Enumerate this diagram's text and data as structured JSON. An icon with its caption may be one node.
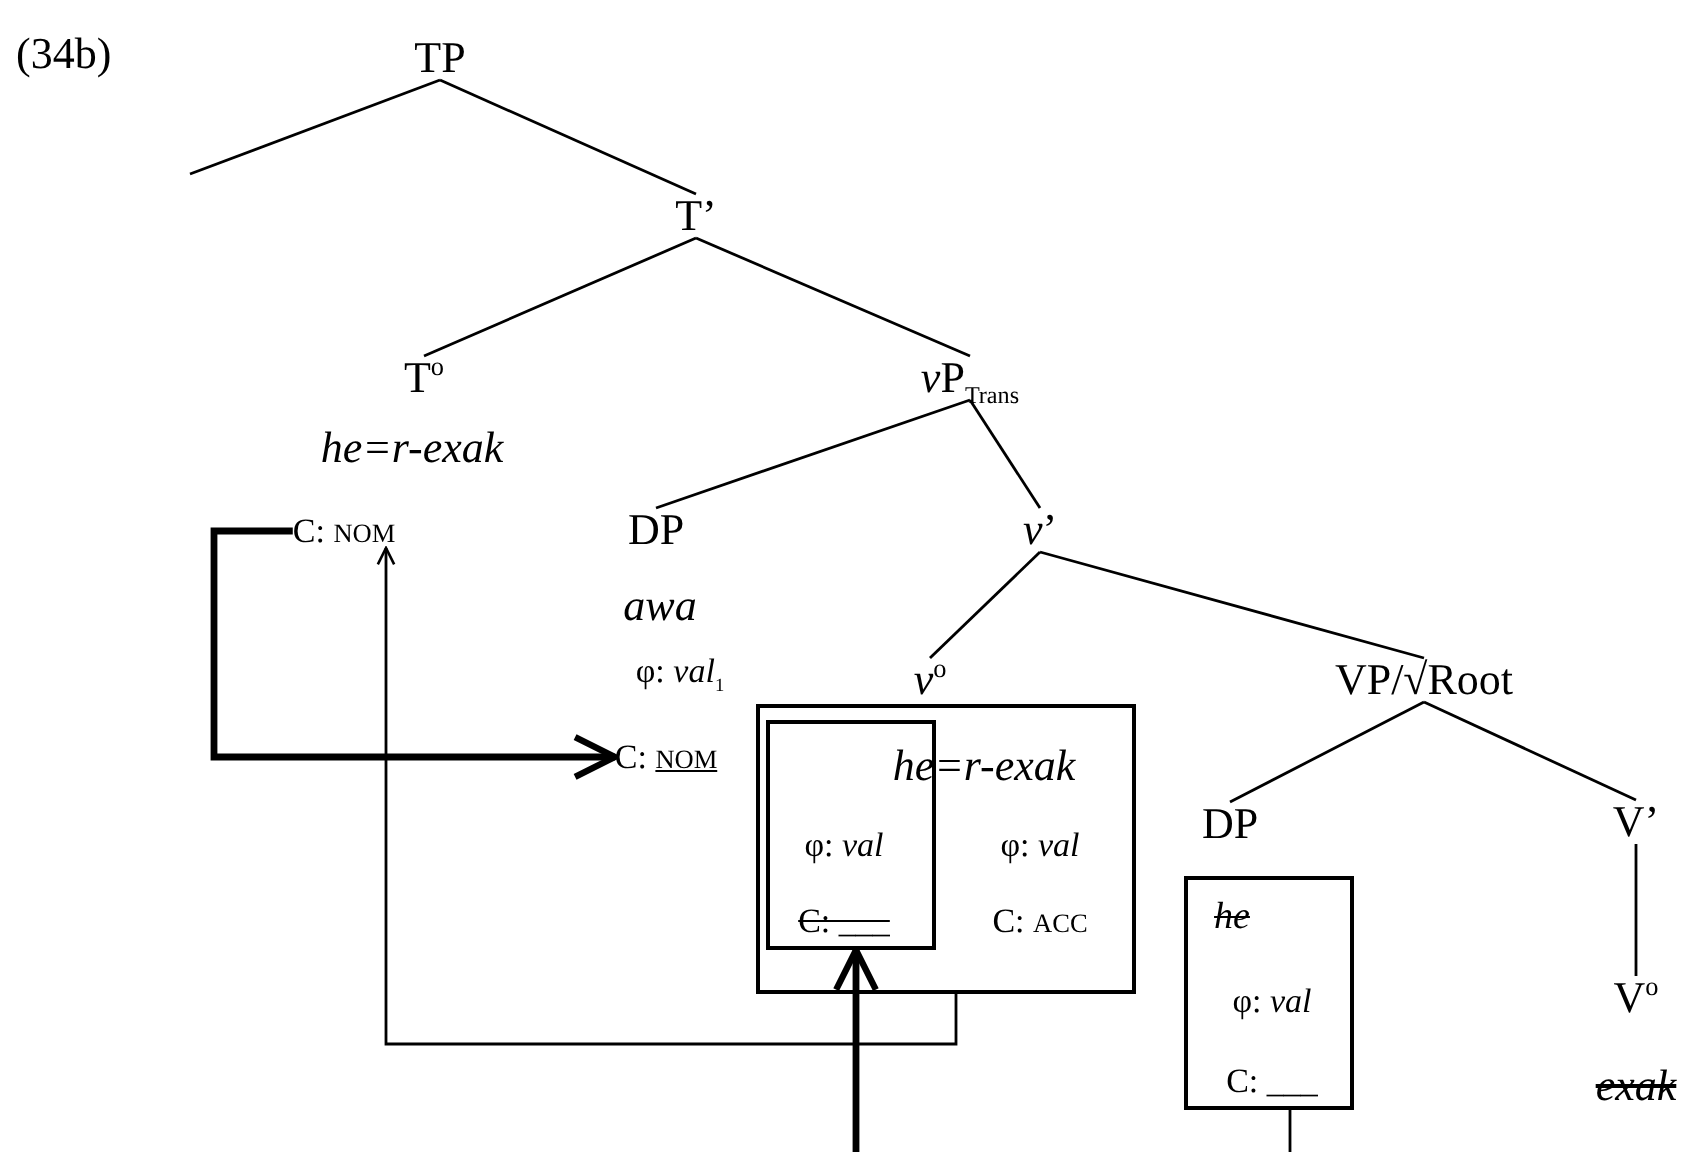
{
  "diagram": {
    "nodes": [
      {
        "text": [
          "TP"
        ]
      },
      {
        "text": [
          "T’"
        ]
      },
      {
        "text": [
          "T$^{o}$"
        ],
        "beside": [
          "he=r-exak"
        ]
      },
      {
        "text": [
          "C: NOM"
        ]
      },
      {
        "text": [
          "vP$_{Trans}$"
        ]
      },
      {
        "text": [
          "DP"
        ],
        "beside": [
          "awa",
          "φ: *val*$_{1}$"
        ]
      },
      {
        "text": [
          "C: NOM"
        ]
      },
      {
        "text": [
          "*v*’"
        ]
      },
      {
        "text": [
          "*v*$^{o}$",
          "he=r-exak",
          "φ: *val*",
          "C: ACC"
        ]
      },
      {
        "text": [
          "φ: *val*",
          "C: ___"
        ],
        "in": 8
      },
      {
        "text": [
          "VP/√Root"
        ]
      },
      {
        "text": [
          "DP",
          "he",
          "φ: *val*",
          "C: ___"
        ]
      },
      {
        "text": [
          "V’"
        ]
      },
      {
        "text": [
          "V$^{o}$"
        ],
        "beside": [
          "exak"
        ]
      }
    ],
    "edges": [
      {
        "from": 0,
        "to": null,
        "arrow": "none"
      },
      {
        "from": 0,
        "to": 1,
        "arrow": "none"
      },
      {
        "from": 1,
        "to": 2,
        "arrow": "none"
      },
      {
        "from": 1,
        "to": 4,
        "arrow": "none"
      },
      {
        "from": 4,
        "to": 5,
        "arrow": "none"
      },
      {
        "from": 4,
        "to": 7,
        "arrow": "none"
      },
      {
        "from": 7,
        "to": 8,
        "arrow": "none"
      },
      {
        "from": 7,
        "to": 10,
        "arrow": "none"
      },
      {
        "from": 10,
        "to": 11,
        "arrow": "none"
      },
      {
        "from": 10,
        "to": 12,
        "arrow": "none"
      },
      {
        "from": 12,
        "to": 13,
        "arrow": "none"
      },
      {
        "from": 3,
        "to": 6,
        "arrow": "to",
        "style": "thick"
      },
      {
        "from": 8,
        "to": 3,
        "arrow": "to"
      },
      {
        "from": null,
        "to": 9,
        "arrow": "to",
        "style": "thick"
      },
      {
        "from": 11,
        "to": null,
        "arrow": "none"
      }
    ],
    "labels": [
      "(34b)"
    ]
  }
}
